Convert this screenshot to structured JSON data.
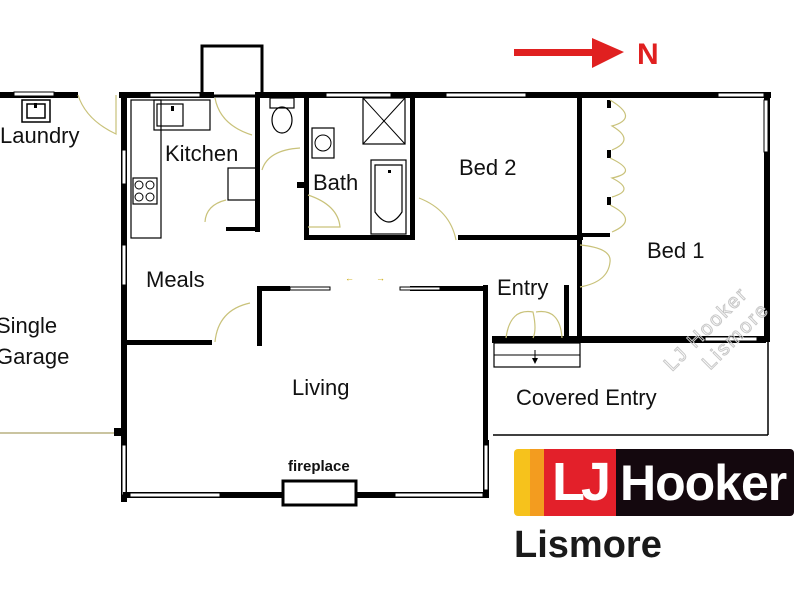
{
  "compass": {
    "label": "N",
    "arrow_color": "#e02020"
  },
  "rooms": {
    "laundry": "Laundry",
    "kitchen": "Kitchen",
    "bath": "Bath",
    "bed2": "Bed 2",
    "bed1": "Bed 1",
    "meals": "Meals",
    "entry": "Entry",
    "living": "Living",
    "covered_entry": "Covered Entry",
    "garage_line1": "Single",
    "garage_line2": "Garage"
  },
  "fixtures": {
    "fireplace": "fireplace"
  },
  "watermark": {
    "line1": "LJ Hooker",
    "line2": "Lismore"
  },
  "logo": {
    "mark": "LJ",
    "brand": "Hooker",
    "office": "Lismore",
    "colors": {
      "yellow": "#f6c21c",
      "orange": "#f39c1f",
      "red": "#e3202a",
      "black": "#14080e"
    }
  }
}
